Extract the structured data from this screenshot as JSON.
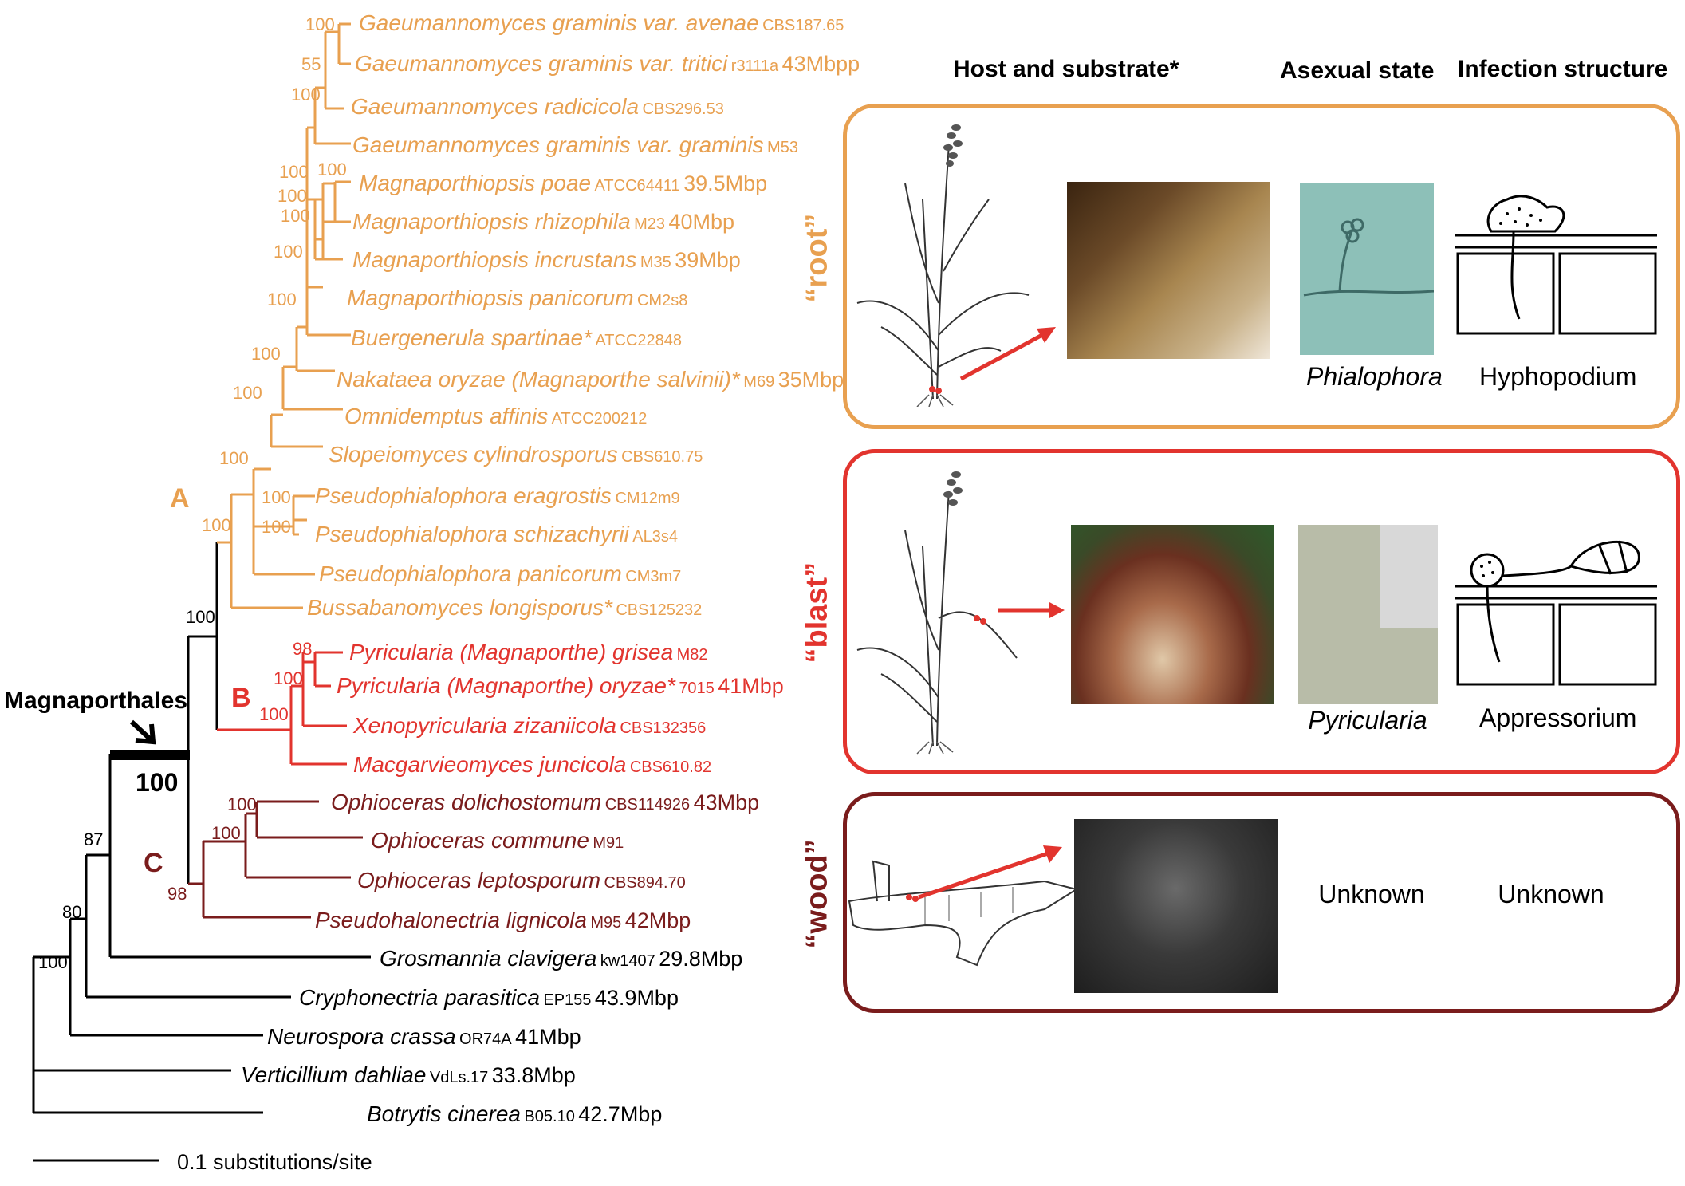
{
  "colors": {
    "root": "#E8A050",
    "blast": "#E2342E",
    "wood": "#7A1C1C",
    "base": "#000000"
  },
  "taxa": [
    {
      "id": "t01",
      "clade": "root",
      "genus": "Gaeumannomyces graminis var. avenae",
      "strain": "CBS187.65",
      "size": ""
    },
    {
      "id": "t02",
      "clade": "root",
      "genus": "Gaeumannomyces graminis var. tritici",
      "strain": "r3111a",
      "size": "43Mbpp"
    },
    {
      "id": "t03",
      "clade": "root",
      "genus": "Gaeumannomyces radicicola",
      "strain": "CBS296.53",
      "size": ""
    },
    {
      "id": "t04",
      "clade": "root",
      "genus": "Gaeumannomyces graminis var. graminis",
      "strain": "M53",
      "size": ""
    },
    {
      "id": "t05",
      "clade": "root",
      "genus": "Magnaporthiopsis poae",
      "strain": "ATCC64411",
      "size": "39.5Mbp"
    },
    {
      "id": "t06",
      "clade": "root",
      "genus": "Magnaporthiopsis rhizophila",
      "strain": "M23",
      "size": "40Mbp"
    },
    {
      "id": "t07",
      "clade": "root",
      "genus": "Magnaporthiopsis incrustans",
      "strain": "M35",
      "size": "39Mbp"
    },
    {
      "id": "t08",
      "clade": "root",
      "genus": "Magnaporthiopsis panicorum",
      "strain": "CM2s8",
      "size": ""
    },
    {
      "id": "t09",
      "clade": "root",
      "genus": "Buergenerula spartinae*",
      "strain": "ATCC22848",
      "size": ""
    },
    {
      "id": "t10",
      "clade": "root",
      "genus": "Nakataea oryzae (Magnaporthe salvinii)*",
      "strain": "M69",
      "size": "35Mbp"
    },
    {
      "id": "t11",
      "clade": "root",
      "genus": "Omnidemptus affinis",
      "strain": "ATCC200212",
      "size": ""
    },
    {
      "id": "t12",
      "clade": "root",
      "genus": "Slopeiomyces cylindrosporus",
      "strain": "CBS610.75",
      "size": ""
    },
    {
      "id": "t13",
      "clade": "root",
      "genus": "Pseudophialophora eragrostis",
      "strain": "CM12m9",
      "size": ""
    },
    {
      "id": "t14",
      "clade": "root",
      "genus": "Pseudophialophora schizachyrii",
      "strain": "AL3s4",
      "size": ""
    },
    {
      "id": "t15",
      "clade": "root",
      "genus": "Pseudophialophora panicorum",
      "strain": "CM3m7",
      "size": ""
    },
    {
      "id": "t16",
      "clade": "root",
      "genus": "Bussabanomyces longisporus*",
      "strain": "CBS125232",
      "size": ""
    },
    {
      "id": "t17",
      "clade": "blast",
      "genus": "Pyricularia (Magnaporthe) grisea",
      "strain": "M82",
      "size": ""
    },
    {
      "id": "t18",
      "clade": "blast",
      "genus": "Pyricularia (Magnaporthe) oryzae*",
      "strain": "7015",
      "size": "41Mbp"
    },
    {
      "id": "t19",
      "clade": "blast",
      "genus": "Xenopyricularia zizaniicola",
      "strain": "CBS132356",
      "size": ""
    },
    {
      "id": "t20",
      "clade": "blast",
      "genus": "Macgarvieomyces juncicola",
      "strain": "CBS610.82",
      "size": ""
    },
    {
      "id": "t21",
      "clade": "wood",
      "genus": "Ophioceras dolichostomum",
      "strain": "CBS114926",
      "size": "43Mbp"
    },
    {
      "id": "t22",
      "clade": "wood",
      "genus": "Ophioceras commune",
      "strain": "M91",
      "size": ""
    },
    {
      "id": "t23",
      "clade": "wood",
      "genus": "Ophioceras leptosporum",
      "strain": "CBS894.70",
      "size": ""
    },
    {
      "id": "t24",
      "clade": "wood",
      "genus": "Pseudohalonectria lignicola",
      "strain": "M95",
      "size": "42Mbp"
    },
    {
      "id": "t25",
      "clade": "base",
      "genus": "Grosmannia clavigera",
      "strain": "kw1407",
      "size": "29.8Mbp"
    },
    {
      "id": "t26",
      "clade": "base",
      "genus": "Cryphonectria parasitica",
      "strain": "EP155",
      "size": "43.9Mbp"
    },
    {
      "id": "t27",
      "clade": "base",
      "genus": "Neurospora crassa",
      "strain": "OR74A",
      "size": "41Mbp"
    },
    {
      "id": "t28",
      "clade": "base",
      "genus": "Verticillium dahliae",
      "strain": "VdLs.17",
      "size": "33.8Mbp"
    },
    {
      "id": "t29",
      "clade": "base",
      "genus": "Botrytis cinerea",
      "strain": "B05.10",
      "size": "42.7Mbp"
    }
  ],
  "bootstraps": [
    {
      "id": "b01",
      "value": "100",
      "clade": "root"
    },
    {
      "id": "b02",
      "value": "55",
      "clade": "root"
    },
    {
      "id": "b03",
      "value": "100",
      "clade": "root"
    },
    {
      "id": "b04",
      "value": "100",
      "clade": "root"
    },
    {
      "id": "b05",
      "value": "100",
      "clade": "root"
    },
    {
      "id": "b06",
      "value": "100",
      "clade": "root"
    },
    {
      "id": "b07",
      "value": "100",
      "clade": "root"
    },
    {
      "id": "b08",
      "value": "100",
      "clade": "root"
    },
    {
      "id": "b09",
      "value": "100",
      "clade": "root"
    },
    {
      "id": "b10",
      "value": "100",
      "clade": "root"
    },
    {
      "id": "b11",
      "value": "100",
      "clade": "root"
    },
    {
      "id": "b12",
      "value": "100",
      "clade": "root"
    },
    {
      "id": "b13",
      "value": "100",
      "clade": "root"
    },
    {
      "id": "b14",
      "value": "100",
      "clade": "root"
    },
    {
      "id": "b15",
      "value": "100",
      "clade": "root"
    },
    {
      "id": "b16",
      "value": "100",
      "clade": "base"
    },
    {
      "id": "b17",
      "value": "98",
      "clade": "blast"
    },
    {
      "id": "b18",
      "value": "100",
      "clade": "blast"
    },
    {
      "id": "b19",
      "value": "100",
      "clade": "blast"
    },
    {
      "id": "b20",
      "value": "100",
      "clade": "wood"
    },
    {
      "id": "b21",
      "value": "100",
      "clade": "wood"
    },
    {
      "id": "b22",
      "value": "98",
      "clade": "wood"
    },
    {
      "id": "b23",
      "value": "87",
      "clade": "base"
    },
    {
      "id": "b24",
      "value": "80",
      "clade": "base"
    },
    {
      "id": "b25",
      "value": "100",
      "clade": "base"
    }
  ],
  "clades": {
    "A": "A",
    "B": "B",
    "C": "C"
  },
  "order": {
    "label": "Magnaporthales",
    "support": "100"
  },
  "scale": {
    "label": "0.1 substitutions/site"
  },
  "headers": {
    "host": "Host and substrate*",
    "asexual": "Asexual state",
    "infection": "Infection structure"
  },
  "panels": {
    "root": {
      "label": "“root”",
      "asexual": "Phialophora",
      "infection": "Hyphopodium"
    },
    "blast": {
      "label": "“blast”",
      "asexual": "Pyricularia",
      "infection": "Appressorium"
    },
    "wood": {
      "label": "“wood”",
      "asexual": "Unknown",
      "infection": "Unknown"
    }
  }
}
